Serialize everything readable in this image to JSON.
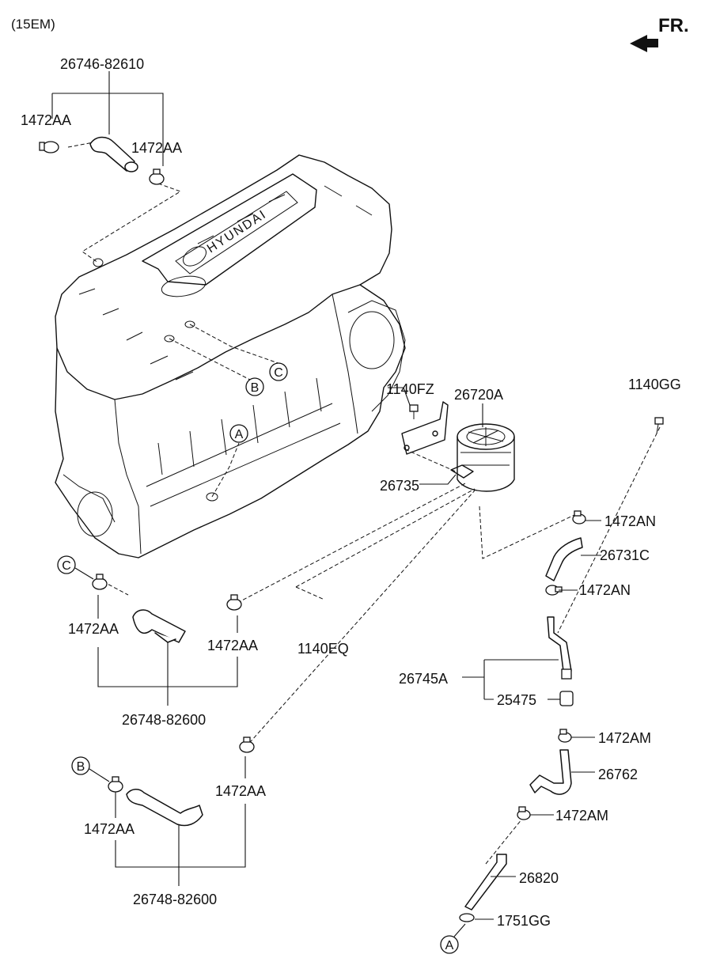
{
  "header": {
    "model_code": "(15EM)",
    "direction_label": "FR."
  },
  "engine": {
    "brand_text": "HYUNDAI"
  },
  "callouts": {
    "a": "A",
    "b": "B",
    "c": "C"
  },
  "parts": {
    "p26746_82610": "26746-82610",
    "p1472AA_1": "1472AA",
    "p1472AA_2": "1472AA",
    "p1472AA_3": "1472AA",
    "p1472AA_4": "1472AA",
    "p1472AA_5": "1472AA",
    "p1472AA_6": "1472AA",
    "p26748_82600_1": "26748-82600",
    "p26748_82600_2": "26748-82600",
    "p1140FZ": "1140FZ",
    "p26720A": "26720A",
    "p26735": "26735",
    "p1140GG": "1140GG",
    "p1472AN_1": "1472AN",
    "p1472AN_2": "1472AN",
    "p26731C": "26731C",
    "p1140EQ": "1140EQ",
    "p26745A": "26745A",
    "p25475": "25475",
    "p1472AM_1": "1472AM",
    "p1472AM_2": "1472AM",
    "p26762": "26762",
    "p26820": "26820",
    "p1751GG": "1751GG"
  },
  "icons": {
    "direction_arrow": "arrow-left-icon",
    "hose_clamp": "hose-clamp-icon",
    "bolt": "bolt-icon"
  },
  "colors": {
    "line": "#111111",
    "background": "#ffffff"
  }
}
